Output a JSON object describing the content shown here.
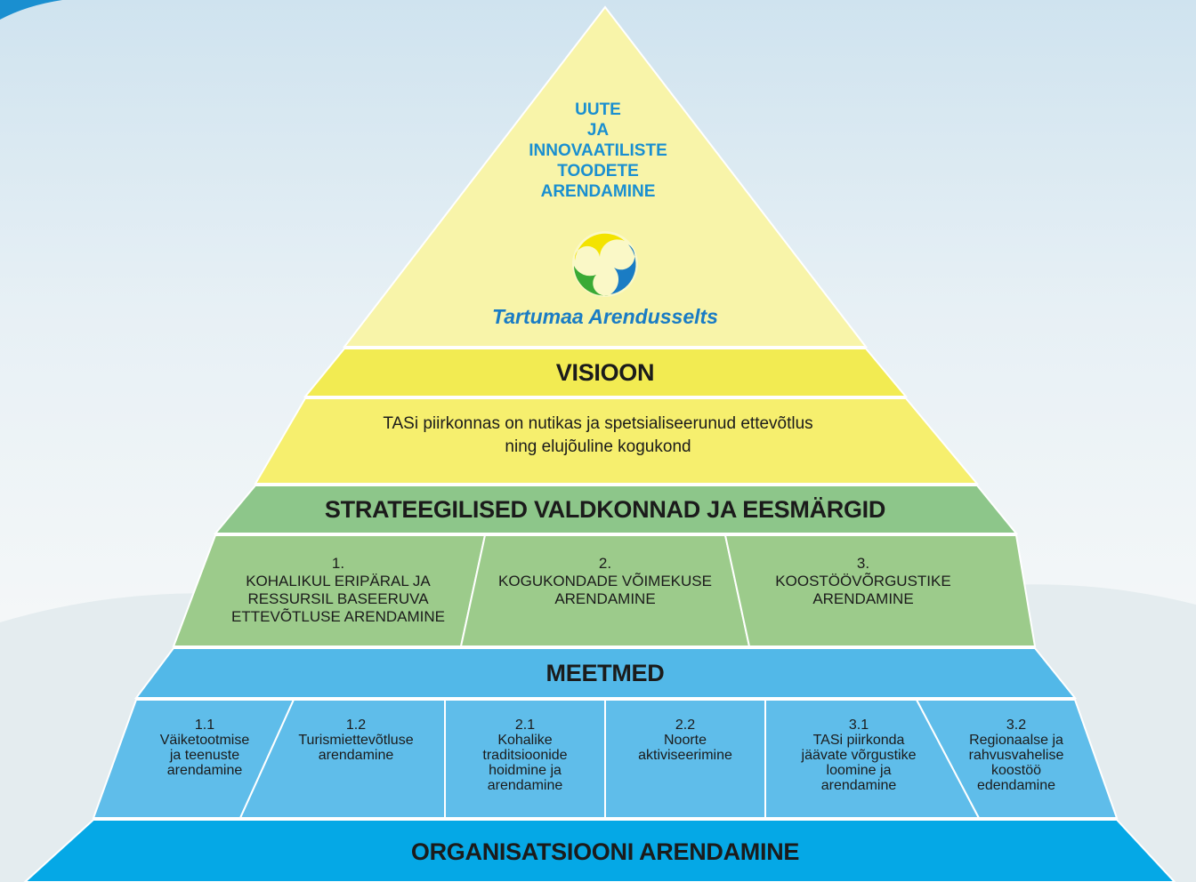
{
  "colors": {
    "top_fill": "#f8f4a9",
    "vision_band": "#f2eb52",
    "vision_text_band": "#f6ef6e",
    "goals_band": "#8dc68a",
    "goals_cells": "#9ccb8b",
    "measures_band": "#52b8e8",
    "measures_cells": "#5fbdea",
    "org_band": "#05a8e6",
    "heading_blue": "#1a8fd0",
    "logo_yellow": "#f3e300",
    "logo_green": "#3aaa35",
    "logo_blue": "#1a7cc4"
  },
  "top": {
    "goal": "UUTE\nJA\nINNOVAATILISTE\nTOODETE\nARENDAMINE",
    "brand": "Tartumaa Arendusselts",
    "logo_icon": "tartumaa-arendusselts-logo"
  },
  "vision": {
    "title": "VISIOON",
    "text": "TASi piirkonnas on nutikas ja spetsialiseerunud ettevõtlus ning elujõuline kogukond"
  },
  "goals": {
    "title": "STRATEEGILISED VALDKONNAD JA EESMÄRGID",
    "items": [
      {
        "text": "1.\nKOHALIKUL ERIPÄRAL JA\nRESSURSIL BASEERUVA\nETTEVÕTLUSE ARENDAMINE"
      },
      {
        "text": "2.\nKOGUKONDADE VÕIMEKUSE\nARENDAMINE"
      },
      {
        "text": "3.\nKOOSTÖÖVÕRGUSTIKE\nARENDAMINE"
      }
    ]
  },
  "measures": {
    "title": "MEETMED",
    "items": [
      {
        "text": "1.1\nVäiketootmise\nja teenuste\narendamine"
      },
      {
        "text": "1.2\nTurismiettevõtluse\narendamine"
      },
      {
        "text": "2.1\nKohalike\ntraditsioonide\nhoidmine ja\narendamine"
      },
      {
        "text": "2.2\nNoorte\naktiviseerimine"
      },
      {
        "text": "3.1\nTASi piirkonda\njäävate võrgustike\nloomine ja\narendamine"
      },
      {
        "text": "3.2\nRegionaalse ja\nrahvusvahelise\nkoostöö\nedendamine"
      }
    ]
  },
  "organisation": {
    "title": "ORGANISATSIOONI ARENDAMINE"
  }
}
